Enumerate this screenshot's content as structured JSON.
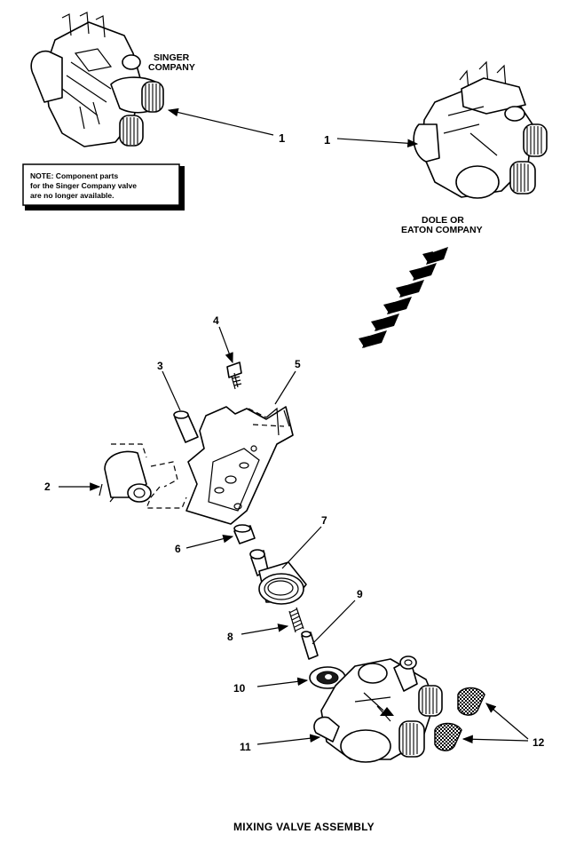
{
  "labels": {
    "singer_company": [
      "SINGER",
      "COMPANY"
    ],
    "dole_eaton": [
      "DOLE OR",
      "EATON COMPANY"
    ],
    "note": [
      "NOTE: Component parts",
      "for the Singer Company valve",
      "are no longer available."
    ],
    "title": "MIXING VALVE ASSEMBLY"
  },
  "callouts": {
    "c1a": "1",
    "c1b": "1",
    "c2": "2",
    "c3": "3",
    "c4": "4",
    "c5": "5",
    "c6": "6",
    "c7": "7",
    "c8": "8",
    "c9": "9",
    "c10": "10",
    "c11": "11",
    "c12": "12"
  }
}
